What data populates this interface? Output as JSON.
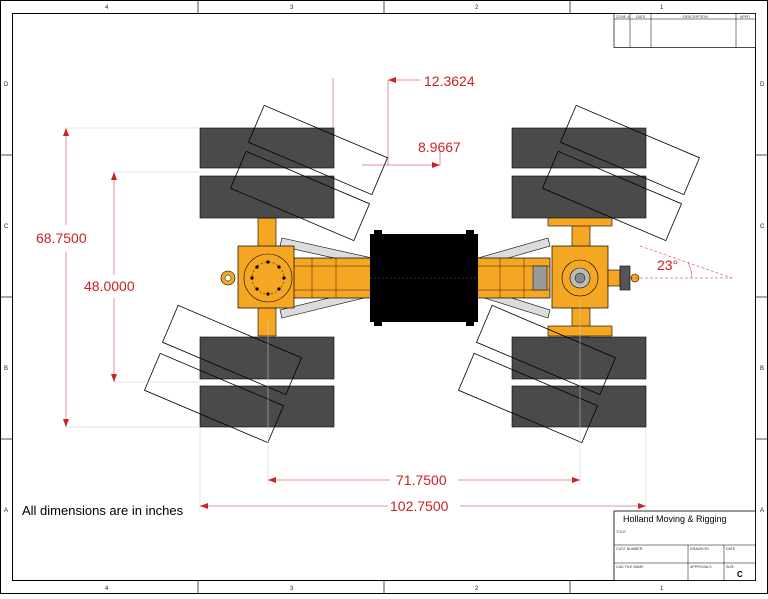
{
  "sheet": {
    "zones_top": [
      "4",
      "3",
      "2",
      "1"
    ],
    "zones_bottom": [
      "4",
      "3",
      "2",
      "1"
    ],
    "zones_left": [
      "D",
      "C",
      "B",
      "A"
    ],
    "zones_right": [
      "D",
      "C",
      "B",
      "A"
    ]
  },
  "revision_block": {
    "headers": [
      "ZONE ④",
      "DATE",
      "DESCRIPTION",
      "APPD"
    ]
  },
  "dimensions": {
    "d1": "12.3624",
    "d2": "8.9667",
    "d3": "68.7500",
    "d4": "48.0000",
    "d5": "71.7500",
    "d6": "102.7500",
    "angle": "23°"
  },
  "note": "All dimensions are in inches",
  "title_block": {
    "company": "Holland Moving & Rigging",
    "title_label": "TITLE",
    "cust_number_label": "CUST NUMBER",
    "drawn_by_label": "DRAWN BY",
    "date_label": "DATE",
    "cad_file_label": "CAD FILE NAME",
    "approvals_label": "APPROVALS",
    "size_label": "SIZE",
    "size_value": "C"
  },
  "colors": {
    "frame_yellow": "#f5a623",
    "tire_gray": "#4a4a4a",
    "drum_black": "#000000",
    "dimension_red": "#cc2222"
  }
}
